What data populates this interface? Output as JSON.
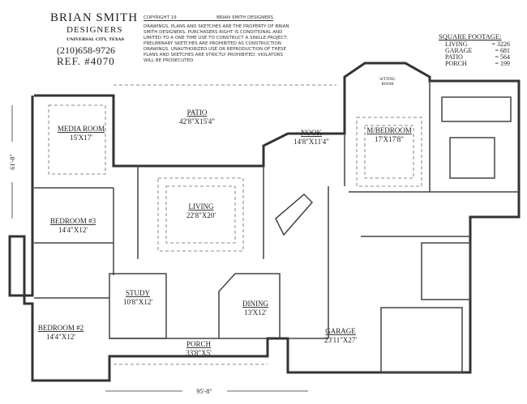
{
  "brand": {
    "name": "BRIAN SMITH",
    "subtitle": "DESIGNERS",
    "location": "UNIVERSAL CITY, TEXAS",
    "phone": "(210)658-9726",
    "ref": "REF. #4070"
  },
  "copyright": {
    "label": "COPYRIGHT 19",
    "owner": "BRIAN SMITH DESIGNERS",
    "notice": "DRAWINGS, PLANS AND SKETCHES ARE THE PROPERTY OF BRIAN SMITH DESIGNERS. PURCHASERS RIGHT IS CONDITIONAL AND LIMITED TO A ONE TIME USE TO CONSTRUCT A SINGLE PROJECT. PRELIMINARY SKETCHES ARE PROHIBITED AS CONSTRUCTION DRAWINGS. UNAUTHORIZED USE OR REPRODUCTION OF THESE PLANS AND SKETCHES ARE STRICTLY PROHIBITED. VIOLATORS WILL BE PROSECUTED."
  },
  "square_footage": {
    "title": "SQUARE FOOTAGE:",
    "rows": [
      {
        "label": "LIVING",
        "value": "= 3226"
      },
      {
        "label": "GARAGE",
        "value": "= 681"
      },
      {
        "label": "PATIO",
        "value": "= 564"
      },
      {
        "label": "PORCH",
        "value": "= 199"
      }
    ]
  },
  "rooms": {
    "media": {
      "name": "MEDIA ROOM",
      "size": "15'X17'"
    },
    "patio": {
      "name": "PATIO",
      "size": "42'8\"X15'4\""
    },
    "living": {
      "name": "LIVING",
      "size": "22'8\"X20'"
    },
    "nook": {
      "name": "NOOK",
      "size": "14'8\"X11'4\""
    },
    "sitting": {
      "name1": "SITTING",
      "name2": "ROOM"
    },
    "master": {
      "name": "M/BEDROOM",
      "size": "17'X17'8\""
    },
    "bed3": {
      "name": "BEDROOM #3",
      "size": "14'4\"X12'"
    },
    "study": {
      "name": "STUDY",
      "size": "10'8\"X12'"
    },
    "dining": {
      "name": "DINING",
      "size": "13'X12'"
    },
    "bed2": {
      "name": "BEDROOM #2",
      "size": "14'4\"X12'"
    },
    "porch": {
      "name": "PORCH",
      "size": "33'8\"X5'"
    },
    "garage": {
      "name": "GARAGE",
      "size": "23'11\"X27'"
    }
  },
  "dimensions": {
    "depth": "61'-8\"",
    "width": "95'-8\""
  }
}
